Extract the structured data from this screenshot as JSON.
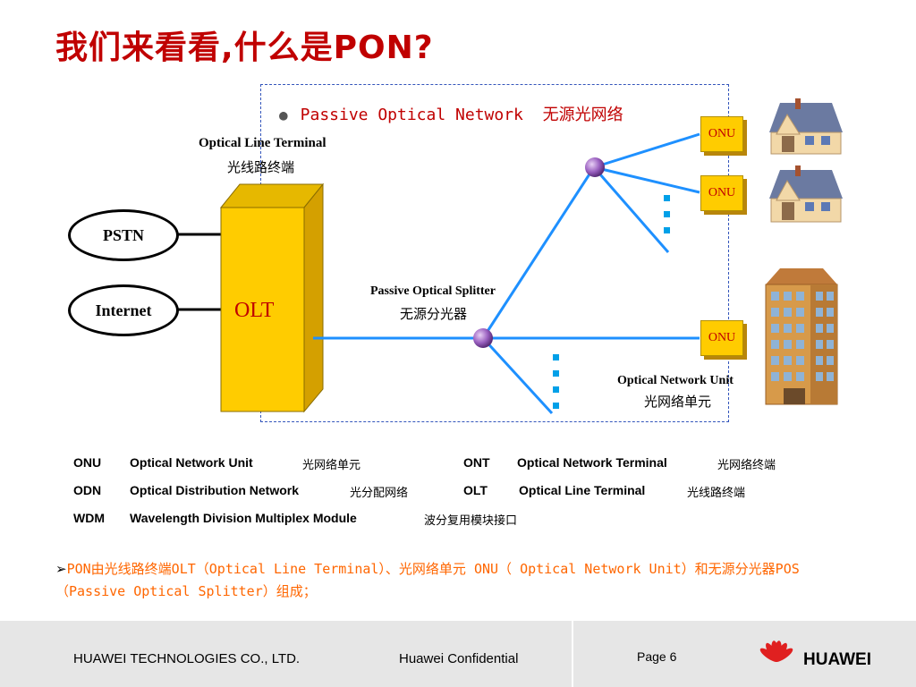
{
  "slide": {
    "title": "我们来看看,什么是PON?",
    "bullet": {
      "en": "Passive Optical Network",
      "zh": "无源光网络"
    }
  },
  "diagram": {
    "olt": {
      "label_en": "Optical Line Terminal",
      "label_zh": "光线路终端",
      "box_text": "OLT"
    },
    "pstn": "PSTN",
    "internet": "Internet",
    "splitter": {
      "label_en": "Passive Optical Splitter",
      "label_zh": "无源分光器"
    },
    "onu_units": [
      "ONU",
      "ONU",
      "ONU"
    ],
    "onu_label": {
      "label_en": "Optical Network Unit",
      "label_zh": "光网络单元"
    },
    "colors": {
      "fiber": "#1e90ff",
      "olt_face": "#ffcc00",
      "splitter": "#8a4fb0",
      "title_red": "#c00000"
    }
  },
  "legend": [
    [
      {
        "abbr": "ONU",
        "en": "Optical Network Unit",
        "zh": "光网络单元"
      },
      {
        "abbr": "ONT",
        "en": "Optical Network Terminal",
        "zh": "光网络终端"
      }
    ],
    [
      {
        "abbr": "ODN",
        "en": "Optical Distribution Network",
        "zh": "光分配网络"
      },
      {
        "abbr": "OLT",
        "en": "Optical Line Terminal",
        "zh": "光线路终端"
      }
    ],
    [
      {
        "abbr": "WDM",
        "en": "Wavelength Division Multiplex Module",
        "zh": "波分复用模块接口"
      }
    ]
  ],
  "summary": "PON由光线路终端OLT（Optical Line Terminal）、光网络单元 ONU（ Optical Network Unit）和无源分光器POS（Passive Optical Splitter）组成；",
  "footer": {
    "company": "HUAWEI TECHNOLOGIES CO., LTD.",
    "confidential": "Huawei Confidential",
    "page": "Page 6",
    "logo_text": "HUAWEI"
  }
}
